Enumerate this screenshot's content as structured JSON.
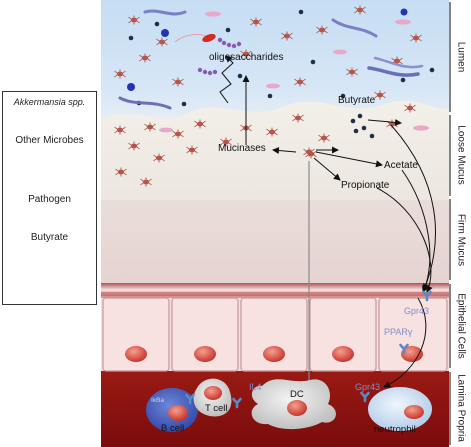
{
  "legend": {
    "title": "Akkermansia spp.",
    "other_microbes": "Other Microbes",
    "pathogen": "Pathogen",
    "butyrate": "Butyrate"
  },
  "layers": {
    "lumen": "Lumen",
    "loose_mucus": "Loose Mucus",
    "firm_mucus": "Firm Mucus",
    "epithelial": "Epithelial Cells",
    "lamina": "Lamina Propria"
  },
  "labels": {
    "oligosaccharides": "oligosaccharides",
    "mucinases": "Mucinases",
    "butyrate": "Butyrate",
    "acetate": "Acetate",
    "propionate": "Propionate"
  },
  "receptors": {
    "gpr43_upper": "Gpr43",
    "pparg": "PPARγ",
    "il4": "IL4",
    "gpr43_lower": "Gpr43",
    "ikba": "IkBa"
  },
  "cells": {
    "b_cell": "B cell",
    "t_cell": "T cell",
    "dc": "DC",
    "neutrophil": "neutrophil"
  },
  "colors": {
    "lumen": "#c9dff4",
    "mucus": "#eeeae4",
    "epithelium": "#f7dede",
    "lamina": "#8b1010",
    "akkermansia": "#b85548",
    "butyrate": "#1e2f4a",
    "pathogen": "#d42a20",
    "receptor": "#5b88c8"
  },
  "icons": [
    "akkermansia-microbe-icon",
    "other-microbes-icon",
    "pathogen-icon",
    "butyrate-dot-icon",
    "receptor-y-icon"
  ]
}
